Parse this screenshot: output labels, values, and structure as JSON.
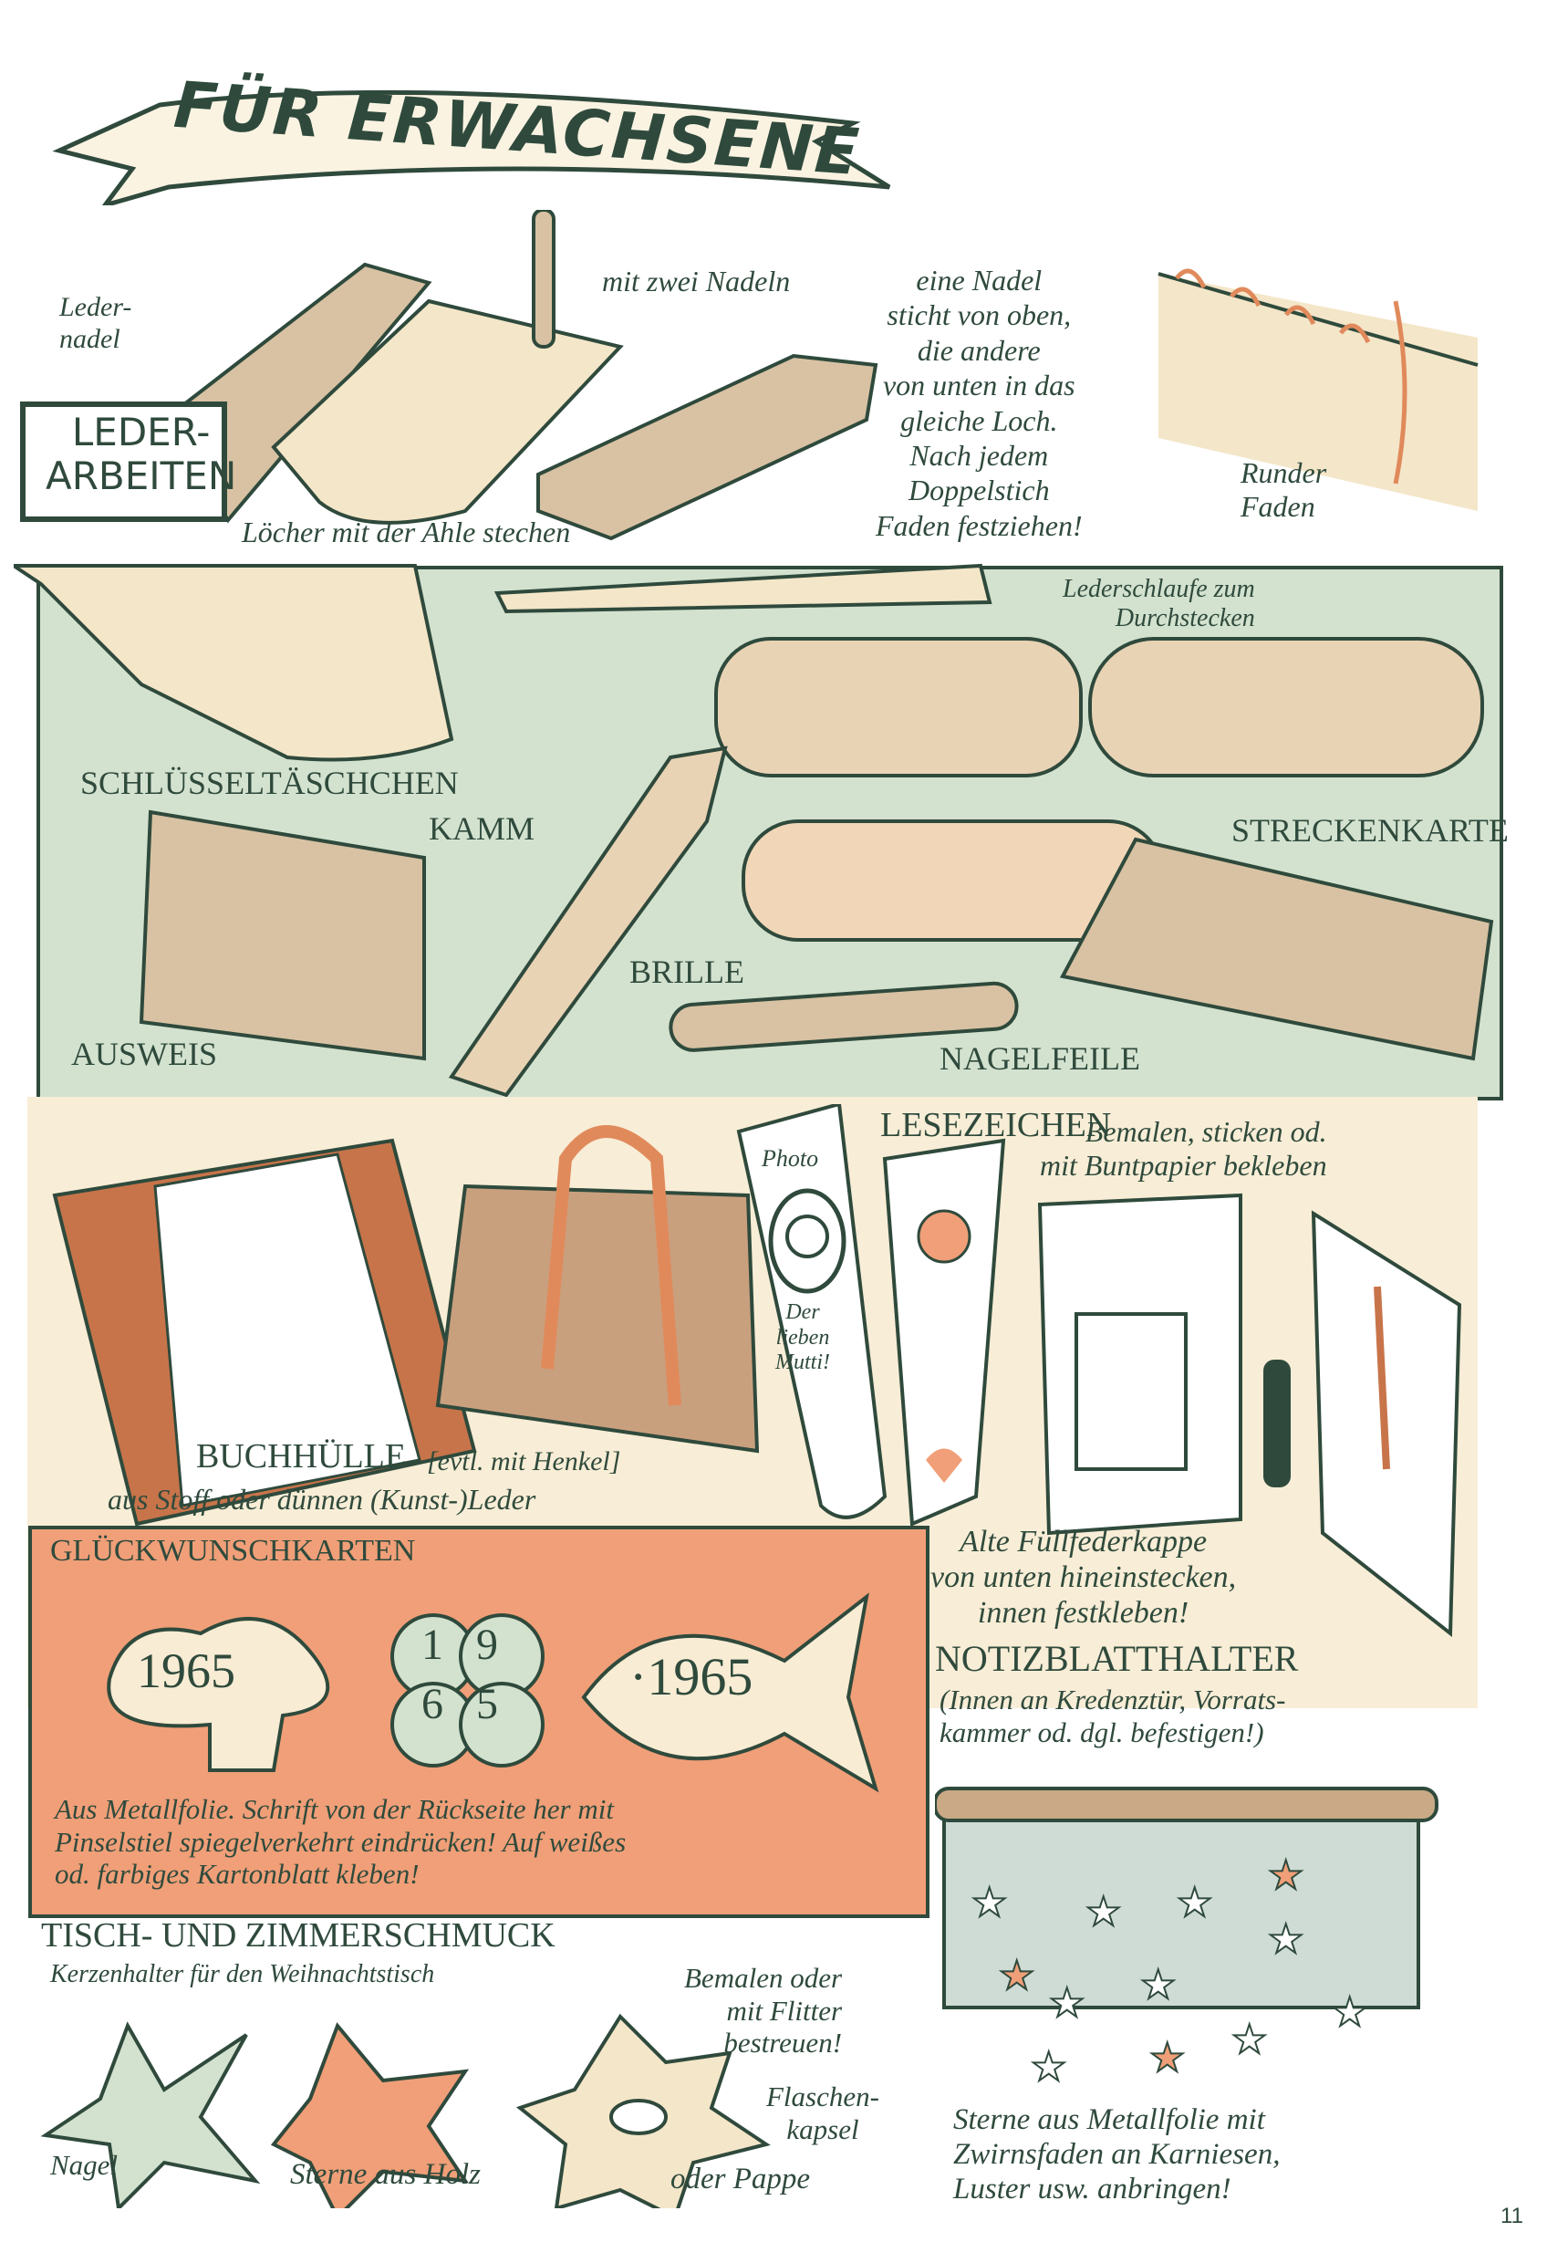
{
  "page": {
    "banner_title": "FÜR ERWACHSENE",
    "page_number": "11"
  },
  "leder": {
    "box_title": "LEDER-\nARBEITEN",
    "ledernadel": "Leder-\nnadel",
    "zwei_nadeln": "mit zwei Nadeln",
    "anleitung": "eine Nadel\nsticht von oben,\ndie andere\nvon unten in das\ngleiche Loch.\nNach jedem\nDoppelstich\nFaden festziehen!",
    "loecher": "Löcher mit der Ahle stechen",
    "runder_faden": "Runder\nFaden"
  },
  "green_panel": {
    "lederschlaufe": "Lederschlaufe zum\nDurchstecken",
    "schluesseltaeschchen": "SCHLÜSSELTÄSCHCHEN",
    "kamm": "KAMM",
    "streckenkarte": "STRECKENKARTE",
    "brille": "BRILLE",
    "ausweis": "AUSWEIS",
    "nagelfeile": "NAGELFEILE"
  },
  "beige_panel": {
    "lesezeichen": "LESEZEICHEN",
    "lesezeichen_hint": "Bemalen, sticken od.\nmit Buntpapier bekleben",
    "photo": "Photo",
    "bookmark_text": "Der\nlieben\nMutti!",
    "buchhuelle": "BUCHHÜLLE",
    "buchhuelle_hint": "[evtl. mit Henkel]",
    "buchhuelle_material": "aus Stoff oder dünnen (Kunst-)Leder",
    "fuellfeder": "Alte Füllfederkappe\nvon unten hineinstecken,\ninnen festkleben!",
    "notizblatthalter": "NOTIZBLATTHALTER",
    "notiz_hint": "(Innen an Kredenztür, Vorrats-\nkammer od. dgl. befestigen!)"
  },
  "cards": {
    "title": "GLÜCKWUNSCHKARTEN",
    "year_mushroom": "1965",
    "clover_digits": [
      "1",
      "9",
      "6",
      "5"
    ],
    "year_fish": "·1965",
    "instructions": "Aus Metallfolie. Schrift von der Rückseite her mit\nPinselstiel spiegelverkehrt eindrücken! Auf weißes\nod. farbiges Kartonblatt kleben!"
  },
  "schmuck": {
    "title": "TISCH- UND ZIMMERSCHMUCK",
    "subtitle": "Kerzenhalter für den Weihnachtstisch",
    "bemalen": "Bemalen oder\nmit Flitter\nbestreuen!",
    "flaschenkapsel": "Flaschen-\nkapsel",
    "nagel": "Nagel",
    "sterne_holz": "Sterne aus Holz",
    "oder_pappe": "oder Pappe",
    "sterne_folie": "Sterne aus    Metallfolie mit\nZwirnsfaden an Karniesen,\nLuster usw. anbringen!"
  },
  "colors": {
    "ink": "#2f4a3c",
    "green_panel": "#d3e2cf",
    "beige_panel": "#f8edd6",
    "orange": "#f09f78",
    "leather": "#d8c2a3"
  }
}
